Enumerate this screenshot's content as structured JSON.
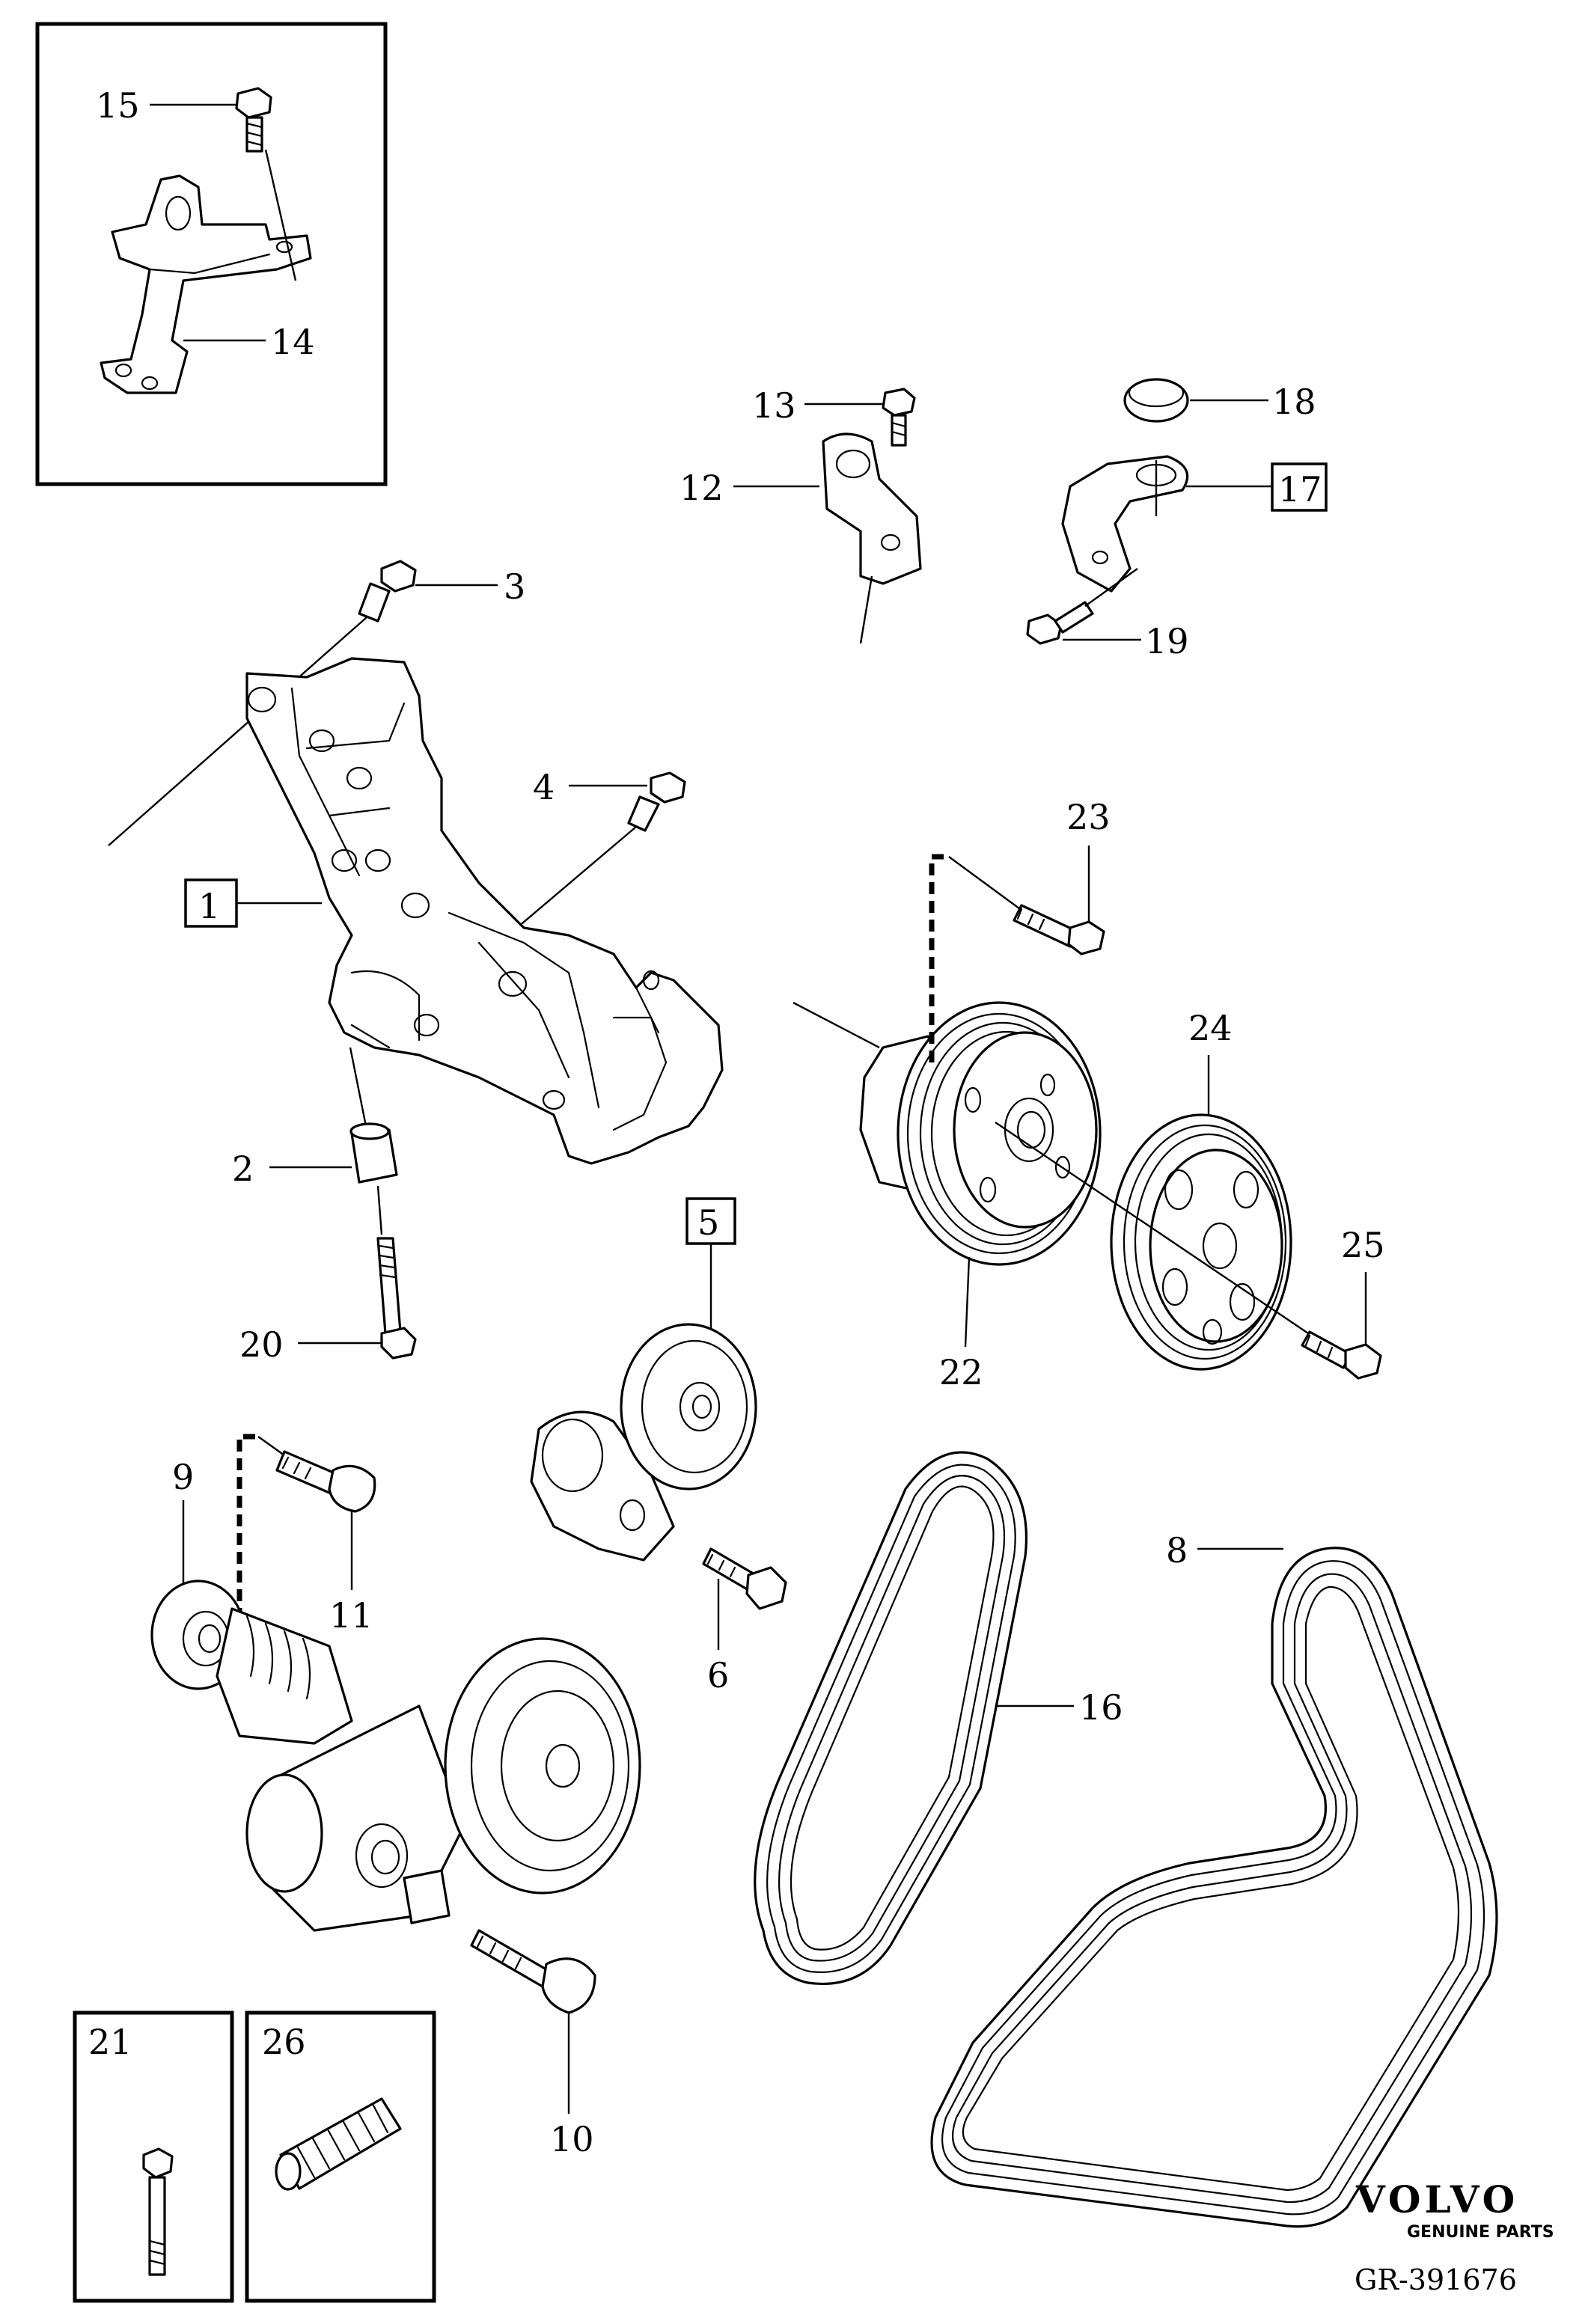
{
  "callouts": {
    "c1": "1",
    "c2": "2",
    "c3": "3",
    "c4": "4",
    "c5": "5",
    "c6": "6",
    "c8": "8",
    "c9": "9",
    "c10": "10",
    "c11": "11",
    "c12": "12",
    "c13": "13",
    "c14": "14",
    "c15": "15",
    "c16": "16",
    "c17": "17",
    "c18": "18",
    "c19": "19",
    "c20": "20",
    "c21": "21",
    "c22": "22",
    "c23": "23",
    "c24": "24",
    "c25": "25",
    "c26": "26"
  },
  "brand": {
    "name": "VOLVO",
    "subtitle": "GENUINE PARTS",
    "reference": "GR-391676"
  }
}
